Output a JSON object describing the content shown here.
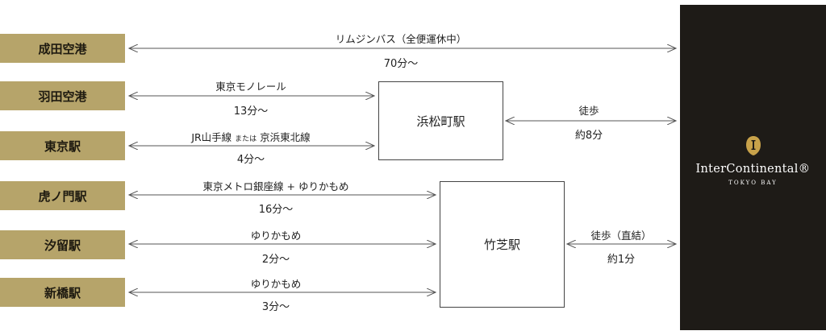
{
  "origins": {
    "narita": "成田空港",
    "haneda": "羽田空港",
    "tokyo": "東京駅",
    "toranomon": "虎ノ門駅",
    "shiodome": "汐留駅",
    "shinbashi": "新橋駅"
  },
  "hubs": {
    "hamamatsucho": "浜松町駅",
    "takeshiba": "竹芝駅"
  },
  "routes": {
    "narita": {
      "line": "リムジンバス（全便運休中）",
      "time": "70分～"
    },
    "haneda": {
      "line": "東京モノレール",
      "time": "13分～"
    },
    "tokyo": {
      "line_a": "JR山手線",
      "line_or": "または",
      "line_b": "京浜東北線",
      "time": "4分～"
    },
    "toranomon": {
      "line": "東京メトロ銀座線 + ゆりかもめ",
      "time": "16分～"
    },
    "shiodome": {
      "line": "ゆりかもめ",
      "time": "2分～"
    },
    "shinbashi": {
      "line": "ゆりかもめ",
      "time": "3分～"
    },
    "hamamatsucho_hotel": {
      "line": "徒歩",
      "time": "約8分"
    },
    "takeshiba_hotel": {
      "line": "徒歩（直結）",
      "time": "約1分"
    }
  },
  "hotel": {
    "name": "InterContinental®",
    "subtitle": "TOKYO BAY",
    "emblem_icon": "intercontinental-crest-icon"
  },
  "colors": {
    "gold": "#b6a46a",
    "hotel_bg": "#1e1b17",
    "line": "#555555"
  }
}
